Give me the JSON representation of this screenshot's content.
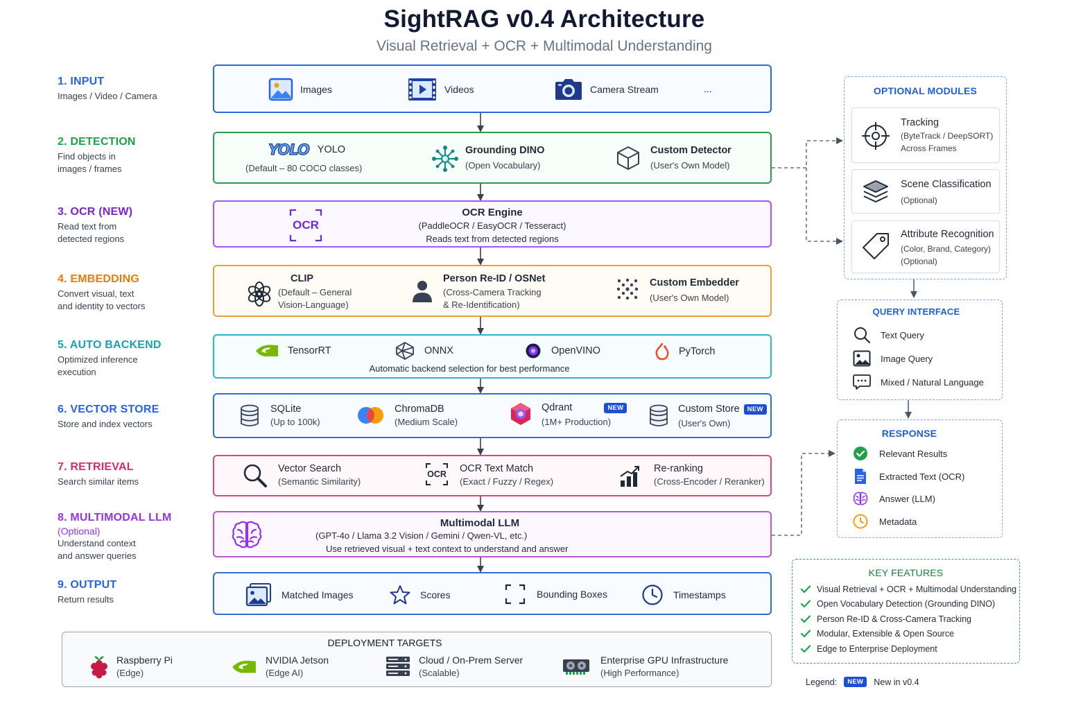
{
  "title": "SightRAG v0.4 Architecture",
  "subtitle": "Visual Retrieval + OCR + Multimodal Understanding",
  "colors": {
    "input": "#2563eb",
    "detection": "#16a34a",
    "ocr": "#7e22ce",
    "embedding": "#ea7a0c",
    "backend": "#14a3b3",
    "vector": "#2563eb",
    "retrieval": "#db2777",
    "llm": "#9333ea",
    "output": "#2563eb",
    "optional": "#2563eb",
    "features": "#16a34a"
  },
  "steps": [
    {
      "title": "1. INPUT",
      "desc": [
        "Images / Video / Camera"
      ]
    },
    {
      "title": "2. DETECTION",
      "desc": [
        "Find objects in",
        "images / frames"
      ]
    },
    {
      "title": "3. OCR (NEW)",
      "desc": [
        "Read text from",
        "detected regions"
      ]
    },
    {
      "title": "4. EMBEDDING",
      "desc": [
        "Convert visual, text",
        "and identity to vectors"
      ]
    },
    {
      "title": "5. AUTO BACKEND",
      "desc": [
        "Optimized inference",
        "execution"
      ]
    },
    {
      "title": "6. VECTOR STORE",
      "desc": [
        "Store and index vectors"
      ]
    },
    {
      "title": "7. RETRIEVAL",
      "desc": [
        "Search similar items"
      ]
    },
    {
      "title": "8. MULTIMODAL LLM",
      "note": "(Optional)",
      "desc": [
        "Understand context",
        "and answer queries"
      ]
    },
    {
      "title": "9. OUTPUT",
      "desc": [
        "Return results"
      ]
    }
  ],
  "input": {
    "items": [
      "Images",
      "Videos",
      "Camera Stream",
      "..."
    ]
  },
  "detection": {
    "yolo_logo": "YOLO",
    "items": [
      {
        "name": "YOLO",
        "desc": "(Default – 80 COCO classes)"
      },
      {
        "name": "Grounding DINO",
        "desc": "(Open Vocabulary)"
      },
      {
        "name": "Custom Detector",
        "desc": "(User's Own Model)"
      }
    ]
  },
  "ocr": {
    "icon_text": "OCR",
    "name": "OCR Engine",
    "engines": "(PaddleOCR / EasyOCR / Tesseract)",
    "desc": "Reads text from detected regions"
  },
  "embedding": {
    "items": [
      {
        "name": "CLIP",
        "desc": [
          "(Default – General",
          "Vision-Language)"
        ]
      },
      {
        "name": "Person Re-ID / OSNet",
        "desc": [
          "(Cross-Camera Tracking",
          "& Re-Identification)"
        ]
      },
      {
        "name": "Custom Embedder",
        "desc": [
          "(User's Own Model)"
        ]
      }
    ]
  },
  "backend": {
    "items": [
      "TensorRT",
      "ONNX",
      "OpenVINO",
      "PyTorch"
    ],
    "caption": "Automatic backend selection for best performance"
  },
  "vector_store": {
    "items": [
      {
        "name": "SQLite",
        "desc": "(Up to 100k)"
      },
      {
        "name": "ChromaDB",
        "desc": "(Medium Scale)"
      },
      {
        "name": "Qdrant",
        "desc": "(1M+ Production)",
        "badge": "NEW"
      },
      {
        "name": "Custom Store",
        "desc": "(User's Own)",
        "badge": "NEW"
      }
    ]
  },
  "retrieval": {
    "ocr_icon_text": "OCR",
    "items": [
      {
        "name": "Vector Search",
        "desc": "(Semantic Similarity)"
      },
      {
        "name": "OCR Text Match",
        "desc": "(Exact / Fuzzy / Regex)"
      },
      {
        "name": "Re-ranking",
        "desc": "(Cross-Encoder / Reranker)"
      }
    ]
  },
  "llm": {
    "name": "Multimodal LLM",
    "models": "(GPT-4o / Llama 3.2 Vision / Gemini / Qwen-VL, etc.)",
    "desc": "Use retrieved visual + text context to understand and answer"
  },
  "output": {
    "items": [
      "Matched Images",
      "Scores",
      "Bounding Boxes",
      "Timestamps"
    ]
  },
  "deployment": {
    "title": "DEPLOYMENT TARGETS",
    "items": [
      {
        "name": "Raspberry Pi",
        "desc": "(Edge)"
      },
      {
        "name": "NVIDIA Jetson",
        "desc": "(Edge AI)"
      },
      {
        "name": "Cloud / On-Prem Server",
        "desc": "(Scalable)"
      },
      {
        "name": "Enterprise GPU Infrastructure",
        "desc": "(High Performance)"
      }
    ]
  },
  "optional_modules": {
    "title": "OPTIONAL MODULES",
    "items": [
      {
        "name": "Tracking",
        "desc": [
          "(ByteTrack / DeepSORT)",
          "Across Frames"
        ]
      },
      {
        "name": "Scene Classification",
        "desc": [
          "(Optional)"
        ]
      },
      {
        "name": "Attribute Recognition",
        "desc": [
          "(Color, Brand, Category)",
          "(Optional)"
        ]
      }
    ]
  },
  "query_interface": {
    "title": "QUERY INTERFACE",
    "items": [
      "Text Query",
      "Image Query",
      "Mixed / Natural Language"
    ]
  },
  "response": {
    "title": "RESPONSE",
    "items": [
      "Relevant Results",
      "Extracted Text (OCR)",
      "Answer (LLM)",
      "Metadata"
    ]
  },
  "key_features": {
    "title": "KEY FEATURES",
    "items": [
      "Visual Retrieval + OCR + Multimodal Understanding",
      "Open Vocabulary Detection (Grounding DINO)",
      "Person Re-ID & Cross-Camera Tracking",
      "Modular, Extensible & Open Source",
      "Edge to Enterprise Deployment"
    ]
  },
  "legend": {
    "label": "Legend:",
    "badge": "NEW",
    "text": "New in v0.4"
  }
}
